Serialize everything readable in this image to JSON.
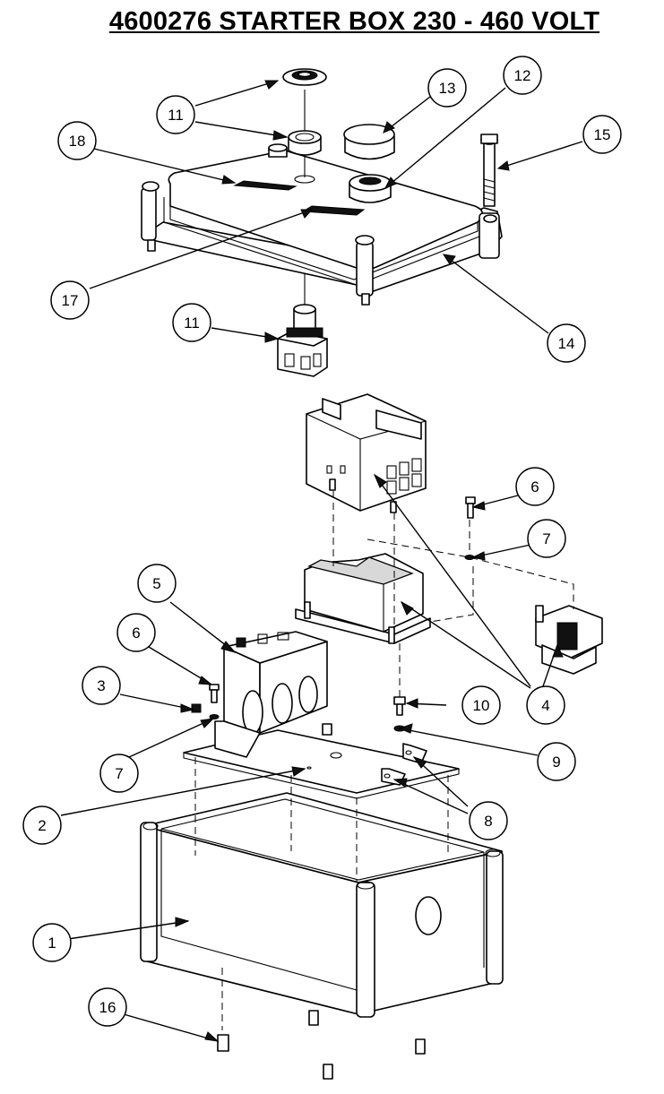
{
  "title": "4600276 STARTER BOX 230 - 460 VOLT",
  "callouts": [
    {
      "id": "c1",
      "label": "1"
    },
    {
      "id": "c2",
      "label": "2"
    },
    {
      "id": "c3",
      "label": "3"
    },
    {
      "id": "c4",
      "label": "4"
    },
    {
      "id": "c5",
      "label": "5"
    },
    {
      "id": "c6a",
      "label": "6"
    },
    {
      "id": "c6b",
      "label": "6"
    },
    {
      "id": "c7a",
      "label": "7"
    },
    {
      "id": "c7b",
      "label": "7"
    },
    {
      "id": "c8",
      "label": "8"
    },
    {
      "id": "c9",
      "label": "9"
    },
    {
      "id": "c10",
      "label": "10"
    },
    {
      "id": "c11a",
      "label": "11"
    },
    {
      "id": "c11b",
      "label": "11"
    },
    {
      "id": "c12",
      "label": "12"
    },
    {
      "id": "c13",
      "label": "13"
    },
    {
      "id": "c14",
      "label": "14"
    },
    {
      "id": "c15",
      "label": "15"
    },
    {
      "id": "c16",
      "label": "16"
    },
    {
      "id": "c17",
      "label": "17"
    },
    {
      "id": "c18",
      "label": "18"
    }
  ]
}
